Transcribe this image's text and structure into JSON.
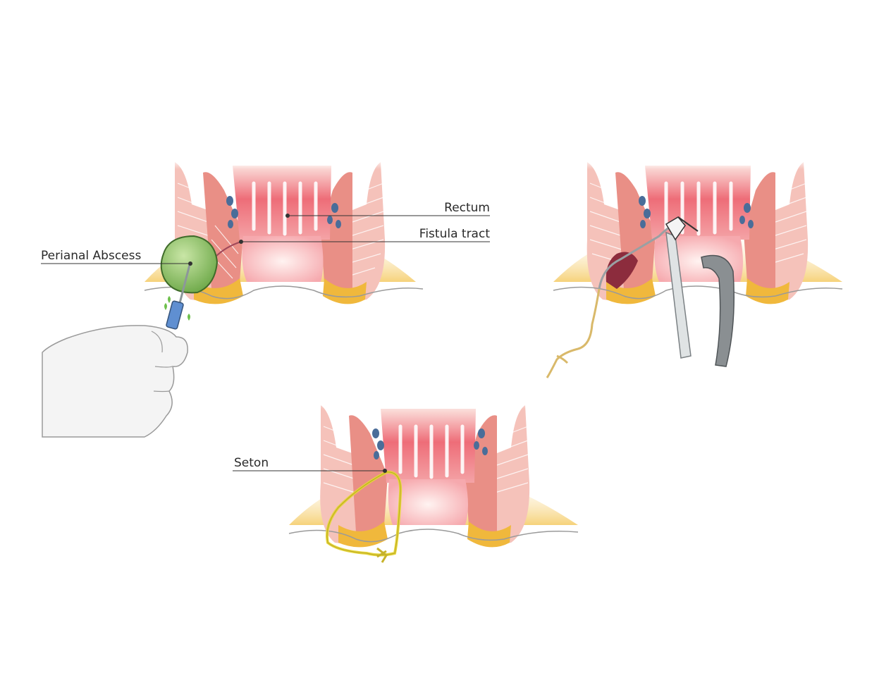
{
  "labels": {
    "rectum": "Rectum",
    "fistula_tract": "Fistula tract",
    "perianal_abscess": "Perianal Abscess",
    "seton": "Seton"
  },
  "colors": {
    "skin": "#f3d2c7",
    "muscle": "#e98f86",
    "muscle_light": "#f5c2ba",
    "rectal_wall": "#ee6d78",
    "lumen": "#fde4e2",
    "fat": "#f0b83c",
    "vessel": "#4a6d99",
    "abscess": "#86c062",
    "seton": "#e6d53a",
    "instrument": "#9aa0a3",
    "hand_outline": "#9a9a9a",
    "leader": "#333333"
  }
}
